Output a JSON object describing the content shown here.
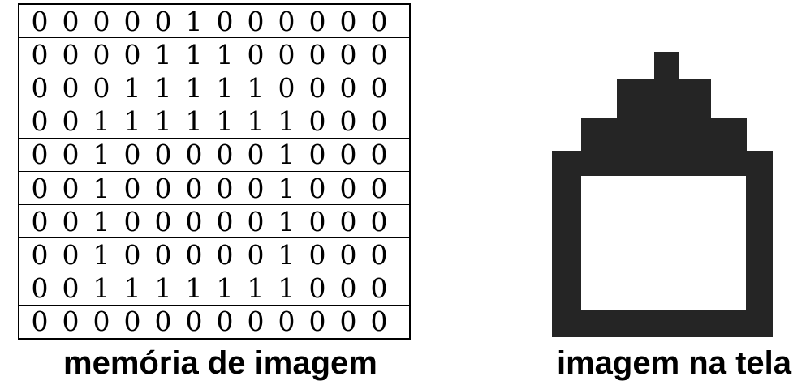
{
  "memory": {
    "caption": "memória de imagem",
    "rows": [
      [
        0,
        0,
        0,
        0,
        0,
        1,
        0,
        0,
        0,
        0,
        0,
        0
      ],
      [
        0,
        0,
        0,
        0,
        1,
        1,
        1,
        0,
        0,
        0,
        0,
        0
      ],
      [
        0,
        0,
        0,
        1,
        1,
        1,
        1,
        1,
        0,
        0,
        0,
        0
      ],
      [
        0,
        0,
        1,
        1,
        1,
        1,
        1,
        1,
        1,
        0,
        0,
        0
      ],
      [
        0,
        0,
        1,
        0,
        0,
        0,
        0,
        0,
        1,
        0,
        0,
        0
      ],
      [
        0,
        0,
        1,
        0,
        0,
        0,
        0,
        0,
        1,
        0,
        0,
        0
      ],
      [
        0,
        0,
        1,
        0,
        0,
        0,
        0,
        0,
        1,
        0,
        0,
        0
      ],
      [
        0,
        0,
        1,
        0,
        0,
        0,
        0,
        0,
        1,
        0,
        0,
        0
      ],
      [
        0,
        0,
        1,
        1,
        1,
        1,
        1,
        1,
        1,
        0,
        0,
        0
      ],
      [
        0,
        0,
        0,
        0,
        0,
        0,
        0,
        0,
        0,
        0,
        0,
        0
      ]
    ]
  },
  "screen": {
    "caption": "imagem na tela",
    "fill_color": "#252525",
    "window_color": "#ffffff"
  }
}
